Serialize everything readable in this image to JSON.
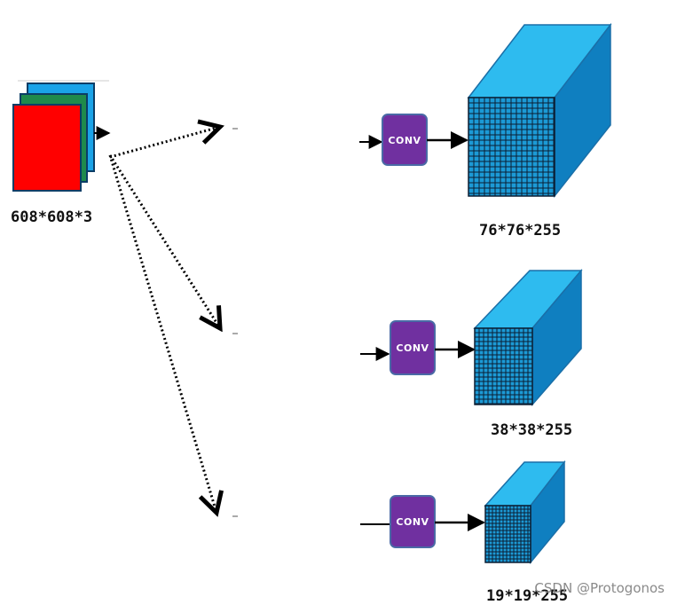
{
  "input": {
    "label": "608*608*3",
    "layer_colors": [
      "#1aa3e8",
      "#1f8a4c",
      "#ff0000"
    ]
  },
  "conv_label": "CONV",
  "outputs": [
    {
      "label": "76*76*255"
    },
    {
      "label": "38*38*255"
    },
    {
      "label": "19*19*255"
    }
  ],
  "watermark": "CSDN @Protogonos",
  "colors": {
    "conv_fill": "#7030a0",
    "conv_stroke": "#4a6aa6",
    "cube_front": "#1c9ad6",
    "cube_top": "#2ebbef",
    "cube_side": "#0f7fc0",
    "grid_line": "#0b1e33",
    "arrow": "#000000"
  }
}
